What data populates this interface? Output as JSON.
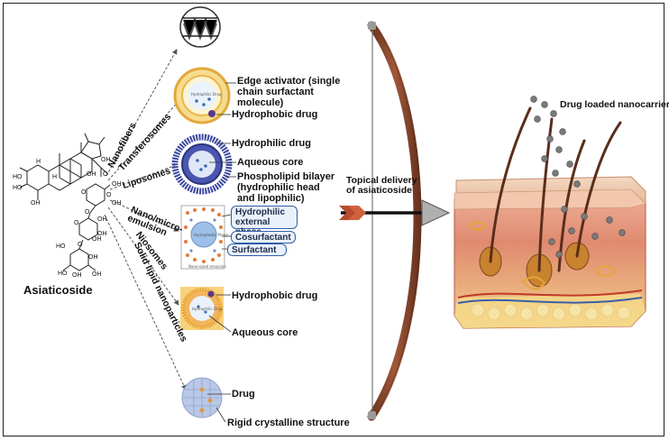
{
  "compound": {
    "name": "Asiaticoside"
  },
  "chem_labels": [
    "HO",
    "HO",
    "OH",
    "O",
    "OH",
    "O",
    "O",
    "O",
    "OH",
    "OH",
    "OH",
    "O",
    "O",
    "HO",
    "OH",
    "OH",
    "HO",
    "OH",
    "OH",
    "H",
    "H",
    "OH",
    "OH"
  ],
  "routes": [
    {
      "key": "nanofibers",
      "label": "Nanofibers"
    },
    {
      "key": "transferosomes",
      "label": "Transferosomes"
    },
    {
      "key": "liposomes",
      "label": "Liposomes"
    },
    {
      "key": "emulsion",
      "label": "Nano/micro-\nemulsion"
    },
    {
      "key": "niosomes",
      "label": "Niosomes"
    },
    {
      "key": "sln",
      "label": "Solid lipid nanoparticles"
    }
  ],
  "transferosome": {
    "edge_activator": "Edge activator (single chain surfactant molecule)",
    "hydrophobic_drug": "Hydrophobic drug",
    "inner_text": "Hydrophilic Drug"
  },
  "liposome": {
    "hydrophilic_drug": "Hydrophilic drug",
    "aqueous_core": "Aqueous core",
    "bilayer": "Phospholipid bilayer (hydrophilic head and lipophilic)"
  },
  "emulsion": {
    "external_phase": "Hydrophilic external phase",
    "cosurfactant": "Cosurfactant",
    "surfactant": "Surfactant",
    "inner_text": "Hydrophobic Phase",
    "caption": "Nano-sized emulsion"
  },
  "niosome": {
    "hydrophobic_drug": "Hydrophobic drug",
    "aqueous_core": "Aqueous core",
    "inner_text": "Hydrophilic Drug"
  },
  "sln": {
    "drug": "Drug",
    "crystalline": "Rigid crystalline structure"
  },
  "delivery": {
    "label": "Topical delivery of asiaticoside"
  },
  "skin": {
    "nanocarrier_label": "Drug loaded nanocarriers"
  },
  "colors": {
    "bow": "#8a4a2c",
    "arrow_head": "#b0b0b0",
    "fletching": "#b84a30",
    "transferosome_shell": "#e8b84a",
    "liposome_shell": "#3b48a0",
    "niosome_shell": "#e8a53a",
    "sln_fill": "#b9c8e6",
    "pill_border": "#2f5fa8",
    "skin_top": "#e9c6a8",
    "dermis": "#d86a55"
  }
}
